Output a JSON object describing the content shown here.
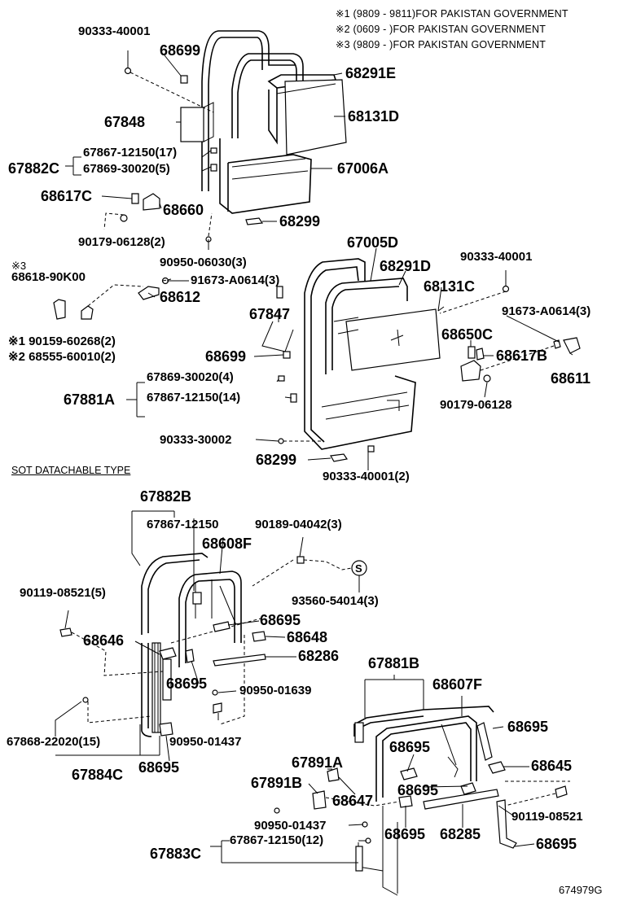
{
  "notes": [
    "※1 (9809 - 9811)FOR PAKISTAN GOVERNMENT",
    "※2 (0609 -       )FOR PAKISTAN GOVERNMENT",
    "※3 (9809 -       )FOR PAKISTAN GOVERNMENT"
  ],
  "section_title": "SOT DATACHABLE TYPE",
  "figure_id": "674979G",
  "parts": {
    "p90333_40001_a": "90333-40001",
    "p68699_a": "68699",
    "p68291E": "68291E",
    "p67848": "67848",
    "p68131D": "68131D",
    "p67867_12150_17": "67867-12150(17)",
    "p67882C": "67882C",
    "p67869_30020_5": "67869-30020(5)",
    "p67006A": "67006A",
    "p68617C": "68617C",
    "p68660": "68660",
    "p68299_a": "68299",
    "p90179_06128_2": "90179-06128(2)",
    "p67005D": "67005D",
    "p90950_06030_3": "90950-06030(3)",
    "p68291D": "68291D",
    "p90333_40001_b": "90333-40001",
    "n3": "※3",
    "p68618_90K00": "68618-90K00",
    "p91673_A0614_3_a": "91673-A0614(3)",
    "p68131C": "68131C",
    "p68612": "68612",
    "p91673_A0614_3_b": "91673-A0614(3)",
    "p67847": "67847",
    "p90159_60268_2": "※1 90159-60268(2)",
    "p68555_60010_2": "※2 68555-60010(2)",
    "p68650C": "68650C",
    "p68699_b": "68699",
    "p68617B": "68617B",
    "p68611": "68611",
    "p67869_30020_4": "67869-30020(4)",
    "p67881A": "67881A",
    "p67867_12150_14": "67867-12150(14)",
    "p90179_06128": "90179-06128",
    "p90333_30002": "90333-30002",
    "p68299_b": "68299",
    "p90333_40001_2": "90333-40001(2)",
    "p67882B": "67882B",
    "p67867_12150": "67867-12150",
    "p90189_04042_3": "90189-04042(3)",
    "p68608F": "68608F",
    "p90119_08521_5": "90119-08521(5)",
    "p93560_54014_3": "93560-54014(3)",
    "p68695_a": "68695",
    "p68646": "68646",
    "p68648": "68648",
    "p68286": "68286",
    "p68695_b": "68695",
    "p90950_01639": "90950-01639",
    "p67881B": "67881B",
    "p68607F": "68607F",
    "p67868_22020_15": "67868-22020(15)",
    "p90950_01437_a": "90950-01437",
    "p68695_c": "68695",
    "p67884C": "67884C",
    "p68695_d": "68695",
    "p68695_e": "68695",
    "p68645": "68645",
    "p67891A": "67891A",
    "p67891B": "67891B",
    "p68695_f": "68695",
    "p68647": "68647",
    "p90119_08521": "90119-08521",
    "p90950_01437_b": "90950-01437",
    "p68695_g": "68695",
    "p68285": "68285",
    "p68695_h": "68695",
    "p67883C": "67883C",
    "p67867_12150_12": "67867-12150(12)",
    "s_symbol": "S"
  }
}
